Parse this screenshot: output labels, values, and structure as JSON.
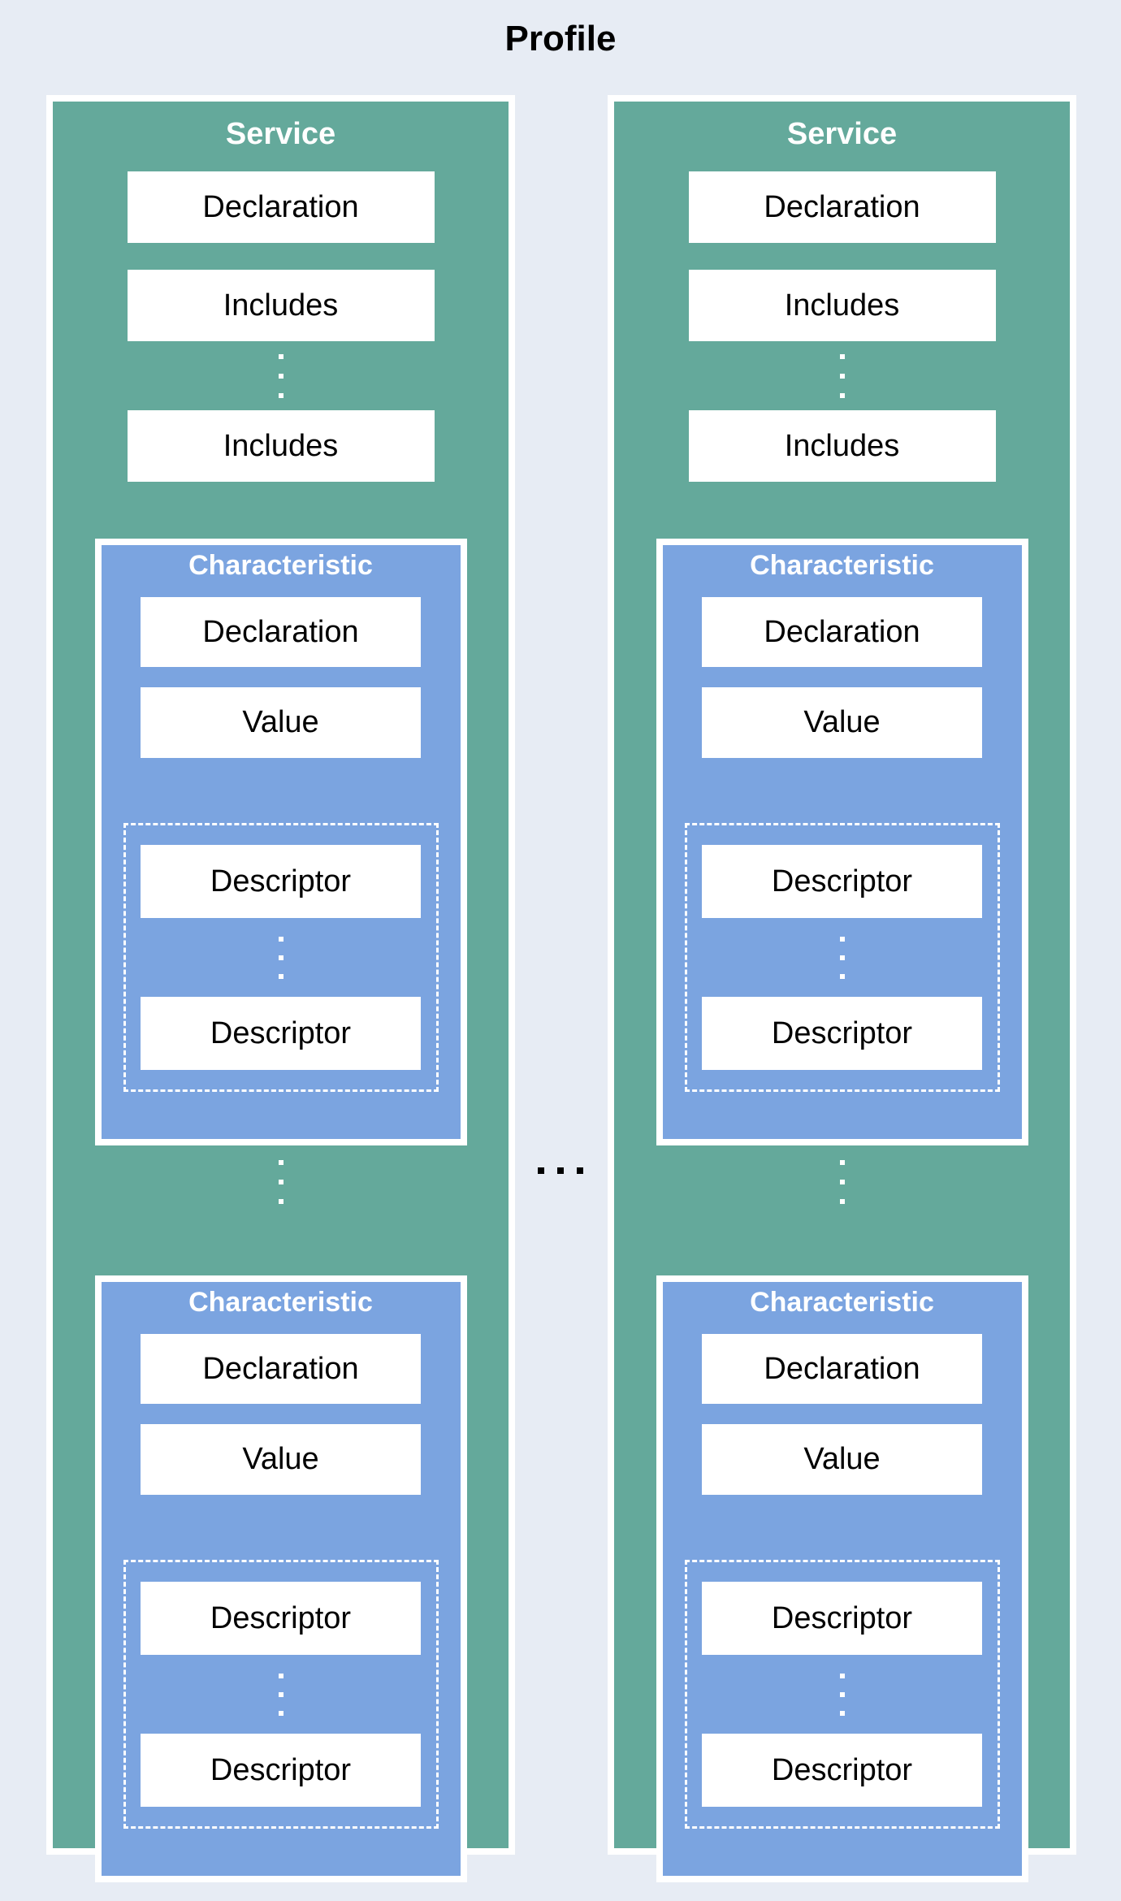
{
  "title": "Profile",
  "icons": {
    "vertical_ellipsis": "⋮",
    "horizontal_ellipsis": "..."
  },
  "colors": {
    "background": "#E7ECF4",
    "service_green": "#64A99B",
    "characteristic_blue": "#7BA4E0",
    "box_white": "#FFFFFF",
    "text_black": "#000000",
    "text_white": "#FFFFFF"
  },
  "services": [
    {
      "title": "Service",
      "declaration_label": "Declaration",
      "includes": [
        "Includes",
        "Includes"
      ],
      "characteristics": [
        {
          "title": "Characteristic",
          "declaration_label": "Declaration",
          "value_label": "Value",
          "descriptors": [
            "Descriptor",
            "Descriptor"
          ]
        },
        {
          "title": "Characteristic",
          "declaration_label": "Declaration",
          "value_label": "Value",
          "descriptors": [
            "Descriptor",
            "Descriptor"
          ]
        }
      ]
    },
    {
      "title": "Service",
      "declaration_label": "Declaration",
      "includes": [
        "Includes",
        "Includes"
      ],
      "characteristics": [
        {
          "title": "Characteristic",
          "declaration_label": "Declaration",
          "value_label": "Value",
          "descriptors": [
            "Descriptor",
            "Descriptor"
          ]
        },
        {
          "title": "Characteristic",
          "declaration_label": "Declaration",
          "value_label": "Value",
          "descriptors": [
            "Descriptor",
            "Descriptor"
          ]
        }
      ]
    }
  ]
}
